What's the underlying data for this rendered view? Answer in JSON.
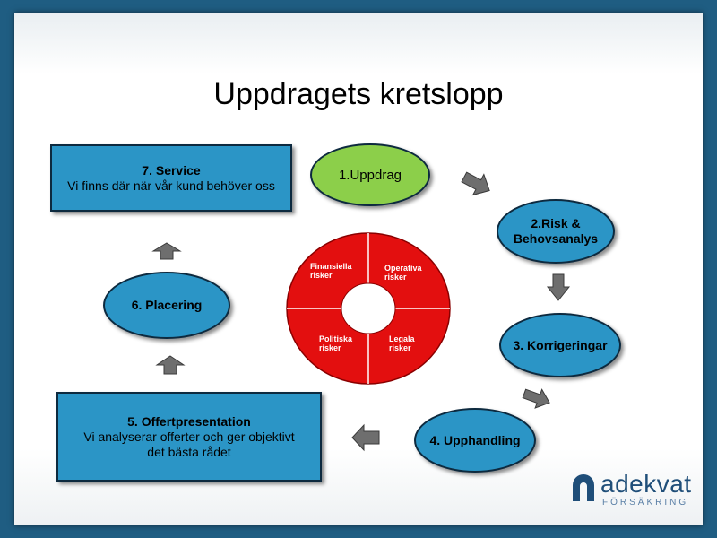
{
  "slide": {
    "title": "Uppdragets kretslopp"
  },
  "steps": {
    "s1": "1.Uppdrag",
    "s2": "2.Risk & Behovsanalys",
    "s3": "3. Korrigeringar",
    "s4": "4. Upphandling",
    "s5_title": "5. Offertpresentation",
    "s5_text": "Vi analyserar offerter och ger objektivt det bästa rådet",
    "s6": "6. Placering",
    "s7_title": "7. Service",
    "s7_text": "Vi finns där när vår kund behöver oss"
  },
  "risk_wheel": {
    "q1": "Finansiella risker",
    "q2": "Operativa risker",
    "q3": "Politiska risker",
    "q4": "Legala risker"
  },
  "logo": {
    "name": "adekvat",
    "sub": "FÖRSÄKRING"
  },
  "colors": {
    "background": "#1f5d82",
    "step_blue": "#2b95c6",
    "step_green": "#8ccf4a",
    "wheel_red": "#e30f0f",
    "arrow_gray": "#6e6e6e"
  }
}
